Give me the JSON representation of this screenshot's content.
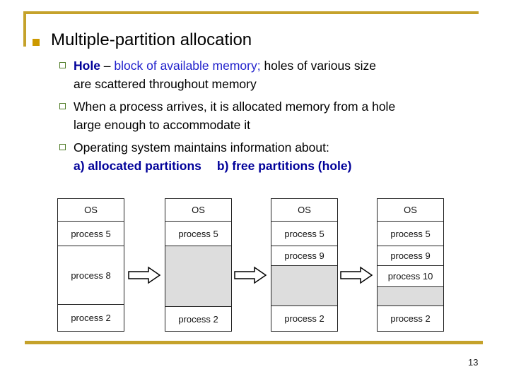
{
  "slide": {
    "title": "Multiple-partition allocation",
    "page_number": "13"
  },
  "bullets": {
    "b1": {
      "term": "Hole",
      "dash": " – ",
      "blue_text": "block of available memory;",
      "rest_line1": " holes of various size",
      "line2": "are scattered throughout memory"
    },
    "b2": {
      "line1": "When a process arrives, it is allocated memory from a hole",
      "line2": "large enough to accommodate it"
    },
    "b3": {
      "line1": "Operating system maintains information about:",
      "line2a": "a) allocated partitions",
      "line2b": "b) free partitions (hole)"
    }
  },
  "diagram": {
    "columns": [
      {
        "name": "stage-1",
        "cells": [
          {
            "label": "OS"
          },
          {
            "label": "process 5"
          },
          {
            "label": "process 8"
          },
          {
            "label": "process 2"
          }
        ]
      },
      {
        "name": "stage-2",
        "cells": [
          {
            "label": "OS"
          },
          {
            "label": "process 5"
          },
          {
            "label": "",
            "hole": true
          },
          {
            "label": "process 2"
          }
        ]
      },
      {
        "name": "stage-3",
        "cells": [
          {
            "label": "OS"
          },
          {
            "label": "process 5"
          },
          {
            "label": "process 9"
          },
          {
            "label": "",
            "hole": true
          },
          {
            "label": "process 2"
          }
        ]
      },
      {
        "name": "stage-4",
        "cells": [
          {
            "label": "OS"
          },
          {
            "label": "process 5"
          },
          {
            "label": "process 9"
          },
          {
            "label": "process 10"
          },
          {
            "label": "",
            "hole": true
          },
          {
            "label": "process 2"
          }
        ]
      }
    ],
    "hole_fill_color": "#DDDDDD"
  },
  "icons": {
    "title_bullet": "filled-gold-square",
    "item_bullet": "outlined-green-square",
    "flow_arrow": "right-block-arrow"
  },
  "colors": {
    "accent_gold_line": "#C5A22B",
    "title_bullet_gold": "#CC9900",
    "item_bullet_green": "#507C28",
    "navy_bold_text": "#000099",
    "blue_text": "#2222CC",
    "hole_gray": "#DDDDDD"
  }
}
